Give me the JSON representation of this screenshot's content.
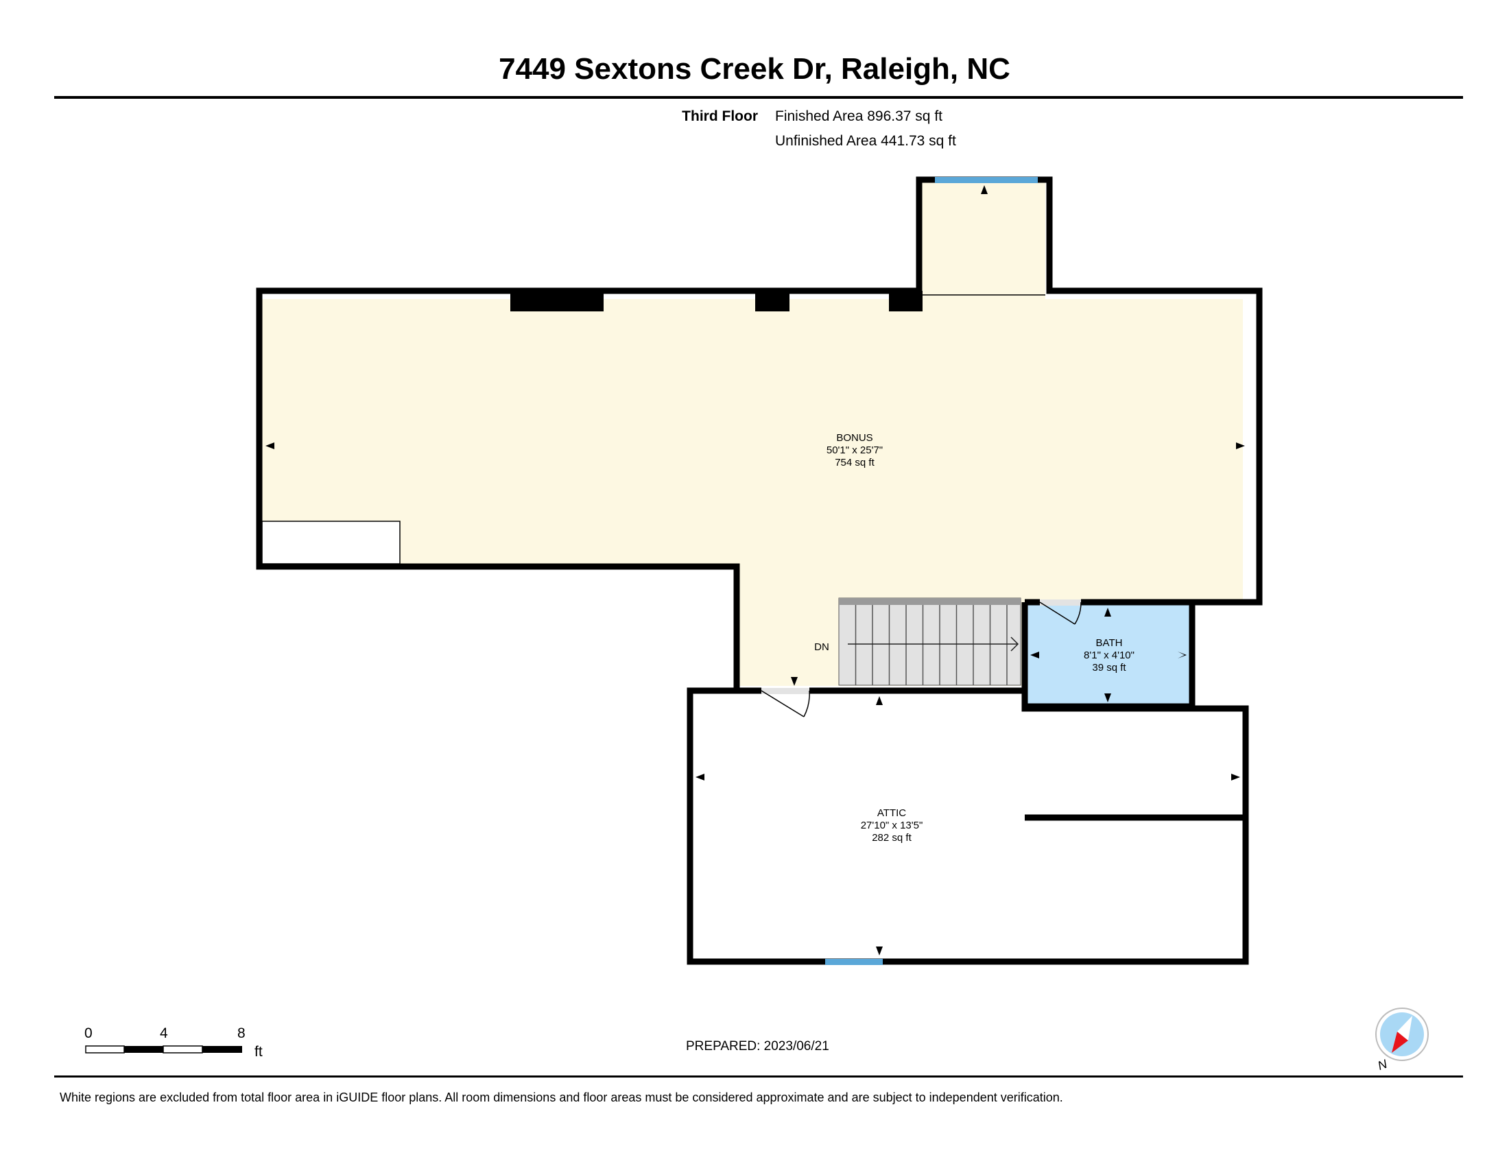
{
  "header": {
    "title": "7449 Sextons Creek Dr, Raleigh, NC",
    "floor_name": "Third Floor",
    "finished_area": "Finished Area 896.37 sq ft",
    "unfinished_area": "Unfinished Area 441.73 sq ft"
  },
  "rooms": {
    "bonus": {
      "name": "BONUS",
      "dimensions": "50'1\" x 25'7\"",
      "area": "754 sq ft"
    },
    "bath": {
      "name": "BATH",
      "dimensions": "8'1\" x 4'10\"",
      "area": "39 sq ft"
    },
    "attic": {
      "name": "ATTIC",
      "dimensions": "27'10\" x 13'5\"",
      "area": "282 sq ft"
    }
  },
  "stairs": {
    "label": "DN"
  },
  "scale_bar": {
    "ticks": [
      "0",
      "4",
      "8"
    ],
    "unit": "ft"
  },
  "compass": {
    "label": "N",
    "icon": "compass-icon"
  },
  "prepared": "PREPARED: 2023/06/21",
  "footer": {
    "note": "White regions are excluded from total floor area in iGUIDE floor plans. All room dimensions and floor areas must be considered approximate and are subject to independent verification."
  },
  "colors": {
    "finished_fill": "#fdf8e2",
    "bath_fill": "#bfe3fa",
    "window": "#5aa7d8",
    "wall": "#000000",
    "stairs": "#e2e2e2",
    "compass_fill": "#a9d8f5",
    "compass_needle": "#e8141b"
  }
}
